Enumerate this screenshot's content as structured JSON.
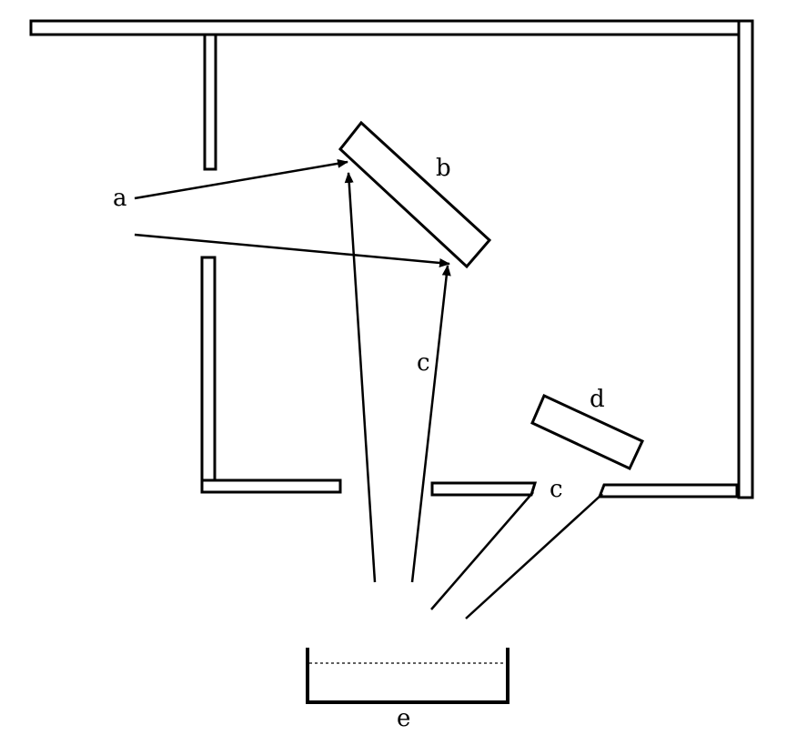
{
  "labels": {
    "a": "a",
    "b": "b",
    "c_center": "c",
    "c_opening": "c",
    "d": "d",
    "e": "e"
  },
  "colors": {
    "line": "#000000",
    "background": "#ffffff"
  }
}
